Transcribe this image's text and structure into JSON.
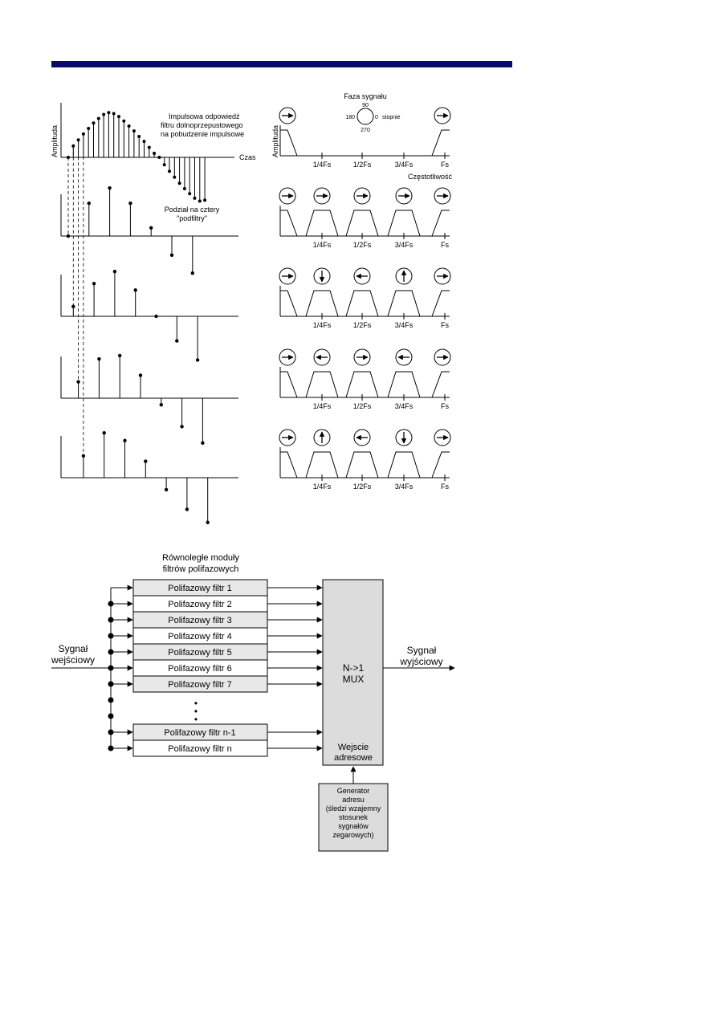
{
  "colors": {
    "header_bar": "#0a0a6e",
    "filter_shaded": "#e8e8e8",
    "filter_plain": "#ffffff",
    "mux_fill": "#dcdcdc",
    "generator_fill": "#dcdcdc"
  },
  "top_left": {
    "ylabel": "Amplituda",
    "xlabel": "Czas",
    "impulse_caption": [
      "Impulsowa odpowiedź",
      "filtru dolnoprzepustowego",
      "na pobudzenie impulsowe"
    ],
    "split_caption": [
      "Podział na cztery",
      "\"podfiltry\""
    ],
    "impulse_response": [
      0.0,
      0.23,
      0.35,
      0.47,
      0.58,
      0.69,
      0.78,
      0.86,
      0.9,
      0.88,
      0.82,
      0.73,
      0.63,
      0.53,
      0.42,
      0.32,
      0.2,
      0.08,
      0.0,
      -0.15,
      -0.28,
      -0.4,
      -0.52,
      -0.63,
      -0.73,
      -0.82,
      -0.88,
      -0.86
    ],
    "subfilters": [
      [
        0.0,
        0.6,
        0.88,
        0.6,
        0.15,
        -0.35,
        -0.68
      ],
      [
        0.18,
        0.6,
        0.82,
        0.48,
        0.0,
        -0.45,
        -0.8
      ],
      [
        0.3,
        0.72,
        0.78,
        0.42,
        -0.12,
        -0.52,
        -0.82
      ],
      [
        0.4,
        0.82,
        0.68,
        0.3,
        -0.22,
        -0.58,
        -0.82
      ]
    ]
  },
  "top_right": {
    "phase_title": "Faza sygnału",
    "phase_labels": {
      "deg90": "90",
      "deg180": "180",
      "deg0": "0",
      "deg270": "270",
      "unit": "stopnie"
    },
    "ylabel": "Amplituda",
    "xlabel": "Częstotliwość",
    "ticks": [
      "1/4Fs",
      "1/2Fs",
      "3/4Fs",
      "Fs"
    ],
    "rows": [
      {
        "phases": [
          "right",
          "",
          "",
          "",
          "right"
        ]
      },
      {
        "phases": [
          "right",
          "right",
          "right",
          "right",
          "right"
        ]
      },
      {
        "phases": [
          "right",
          "down",
          "left",
          "up",
          "right"
        ]
      },
      {
        "phases": [
          "right",
          "left",
          "right",
          "left",
          "right"
        ]
      },
      {
        "phases": [
          "right",
          "up",
          "left",
          "down",
          "right"
        ]
      }
    ]
  },
  "bottom": {
    "bank_title": [
      "Równoległe moduły",
      "filtrów polifazowych"
    ],
    "input_label": [
      "Sygnał",
      "wejściowy"
    ],
    "output_label": [
      "Sygnał",
      "wyjściowy"
    ],
    "filters": [
      {
        "label": "Polifazowy filtr 1",
        "shaded": true
      },
      {
        "label": "Polifazowy filtr 2",
        "shaded": false
      },
      {
        "label": "Polifazowy filtr 3",
        "shaded": true
      },
      {
        "label": "Polifazowy filtr 4",
        "shaded": false
      },
      {
        "label": "Polifazowy filtr 5",
        "shaded": true
      },
      {
        "label": "Polifazowy filtr 6",
        "shaded": false
      },
      {
        "label": "Polifazowy filtr 7",
        "shaded": true
      },
      {
        "label": "Polifazowy filtr n-1",
        "shaded": true
      },
      {
        "label": "Polifazowy filtr n",
        "shaded": false
      }
    ],
    "ellipsis": "•\n•\n•",
    "mux_label": [
      "N->1",
      "MUX"
    ],
    "address_input": [
      "Wejscie",
      "adresowe"
    ],
    "generator": [
      "Generator",
      "adresu",
      "(śledzi wzajemny",
      "stosunek",
      "sygnałów",
      "zegarowych)"
    ]
  }
}
